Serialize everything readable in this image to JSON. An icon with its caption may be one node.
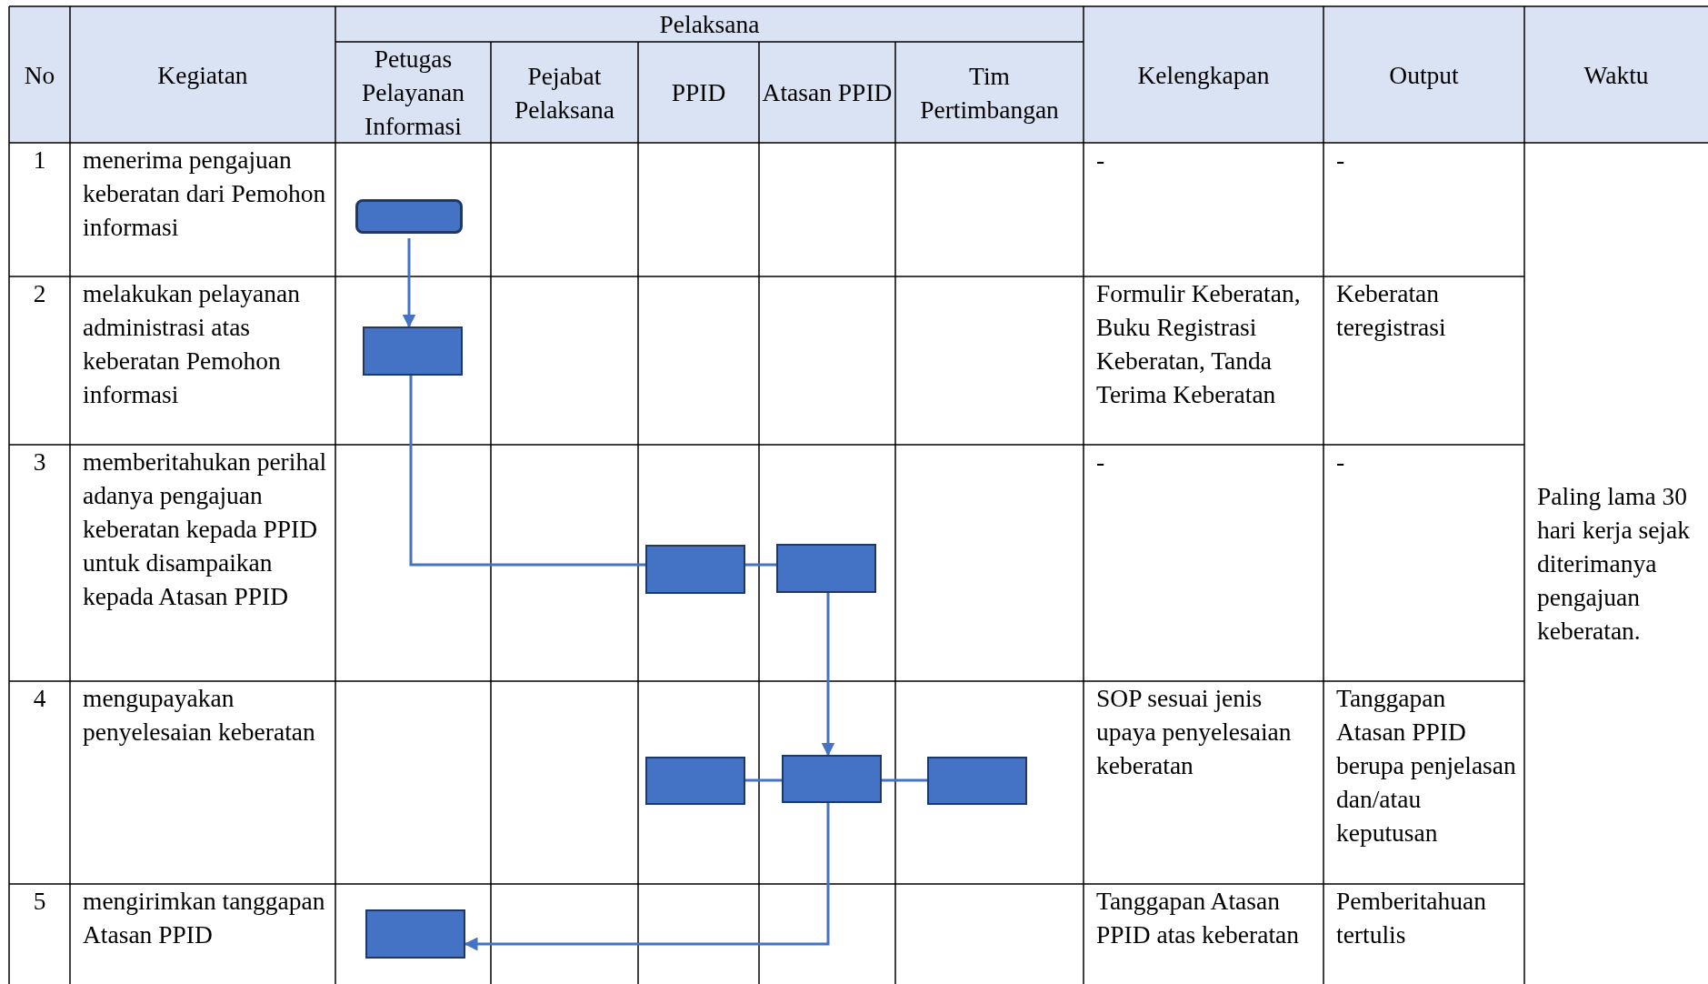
{
  "diagram": {
    "nodes": [
      {
        "text": [],
        "shape": "box"
      },
      {
        "text": [],
        "shape": "box"
      },
      {
        "text": [],
        "shape": "box"
      },
      {
        "text": [],
        "shape": "box"
      },
      {
        "text": [],
        "shape": "box"
      },
      {
        "text": [],
        "shape": "box"
      },
      {
        "text": [],
        "shape": "box"
      },
      {
        "text": [],
        "shape": "box"
      }
    ],
    "edges": [
      {
        "from": 0,
        "to": 1,
        "arrow": "to"
      },
      {
        "from": 1,
        "to": 2,
        "arrow": "none"
      },
      {
        "from": 2,
        "to": 3,
        "arrow": "none"
      },
      {
        "from": 3,
        "to": 5,
        "arrow": "to"
      },
      {
        "from": 4,
        "to": 5,
        "arrow": "none"
      },
      {
        "from": 5,
        "to": 6,
        "arrow": "none"
      },
      {
        "from": 5,
        "to": 7,
        "arrow": "to"
      }
    ],
    "labels": [
      "No",
      "Kegiatan",
      "Pelaksana",
      "Kelengkapan",
      "Output",
      "Waktu",
      "Petugas Pelayanan Informasi",
      "Pejabat Pelaksana",
      "PPID",
      "Atasan PPID",
      "Tim Pertimbangan",
      "1",
      "menerima pengajuan keberatan dari Pemohon informasi",
      "-",
      "-",
      "Paling lama 30 hari kerja sejak diterimanya pengajuan keberatan.",
      "2",
      "melakukan pelayanan administrasi atas keberatan Pemohon informasi",
      "Formulir Keberatan, Buku Registrasi Keberatan, Tanda Terima Keberatan",
      "Keberatan teregistrasi",
      "3",
      "memberitahukan perihal adanya pengajuan keberatan kepada PPID untuk disampaikan kepada Atasan PPID",
      "-",
      "-",
      "4",
      "mengupayakan penyelesaian keberatan",
      "SOP sesuai jenis upaya penyelesaian keberatan",
      "Tanggapan Atasan PPID berupa penjelasan dan/atau keputusan",
      "5",
      "mengirimkan tanggapan Atasan PPID",
      "Tanggapan Atasan PPID atas keberatan",
      "Pemberitahuan tertulis"
    ]
  }
}
